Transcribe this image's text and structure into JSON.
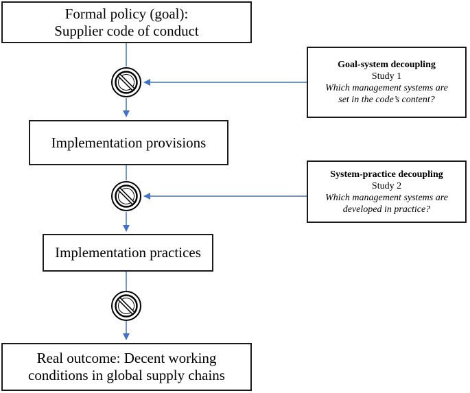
{
  "colors": {
    "arrow": "#4472C4",
    "box_border": "#1a1a1a",
    "text": "#000000",
    "prohibition_icon": "#000000"
  },
  "boxes": {
    "formal_policy": {
      "line1": "Formal policy (goal):",
      "line2": "Supplier code of conduct"
    },
    "implementation_provisions": {
      "label": "Implementation provisions"
    },
    "implementation_practices": {
      "label": "Implementation practices"
    },
    "real_outcome": {
      "line1": "Real outcome: Decent working",
      "line2": "conditions in global supply chains"
    }
  },
  "studies": [
    {
      "title": "Goal-system decoupling",
      "study": "Study 1",
      "question_line1": "Which management systems are",
      "question_line2": "set in the code’s content?"
    },
    {
      "title": "System-practice decoupling",
      "study": "Study 2",
      "question_line1": "Which management systems are",
      "question_line2": "developed in practice?"
    }
  ],
  "icons": [
    "prohibition-icon",
    "prohibition-icon",
    "prohibition-icon"
  ]
}
